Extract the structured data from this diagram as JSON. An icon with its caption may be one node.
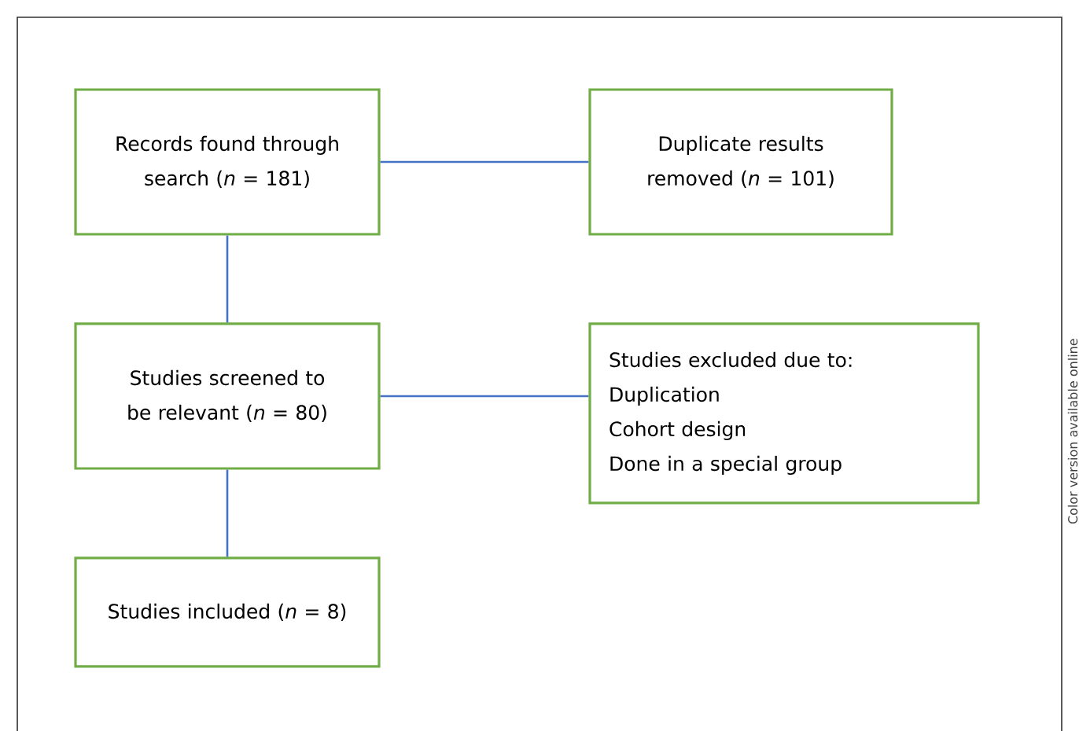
{
  "diagram": {
    "nodes": [
      {
        "text": [
          "Records found through search (*n* = 181)"
        ]
      },
      {
        "text": [
          "Duplicate results removed (*n* = 101)"
        ]
      },
      {
        "text": [
          "Studies screened to be relevant (*n* = 80)"
        ]
      },
      {
        "text": [
          "Studies excluded due to:",
          "Duplication",
          "Cohort design",
          "Done in a special group"
        ]
      },
      {
        "text": [
          "Studies included (*n* = 8)"
        ]
      }
    ],
    "edges": [
      {
        "from": 0,
        "to": 1,
        "arrow": "none"
      },
      {
        "from": 0,
        "to": 2,
        "arrow": "none"
      },
      {
        "from": 2,
        "to": 3,
        "arrow": "none"
      },
      {
        "from": 2,
        "to": 4,
        "arrow": "none"
      }
    ],
    "labels": [
      "Color version available online"
    ]
  }
}
